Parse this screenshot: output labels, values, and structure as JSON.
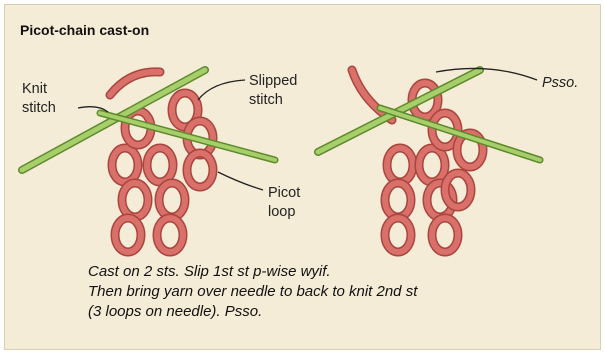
{
  "title": "Picot-chain cast-on",
  "labels": {
    "knit_stitch": [
      "Knit",
      "stitch"
    ],
    "slipped_stitch": [
      "Slipped",
      "stitch"
    ],
    "picot_loop": [
      "Picot",
      "loop"
    ],
    "psso": "Psso."
  },
  "caption": [
    "Cast on 2 sts. Slip 1st st p-wise wyif.",
    "Then bring yarn over needle to back to knit 2nd st",
    "(3 loops on needle). Psso."
  ],
  "colors": {
    "background": "#f4ecd6",
    "yarn": "#d9706a",
    "yarn_outline": "#a9443e",
    "needle": "#8fbf54",
    "needle_outline": "#5e8a2c"
  }
}
